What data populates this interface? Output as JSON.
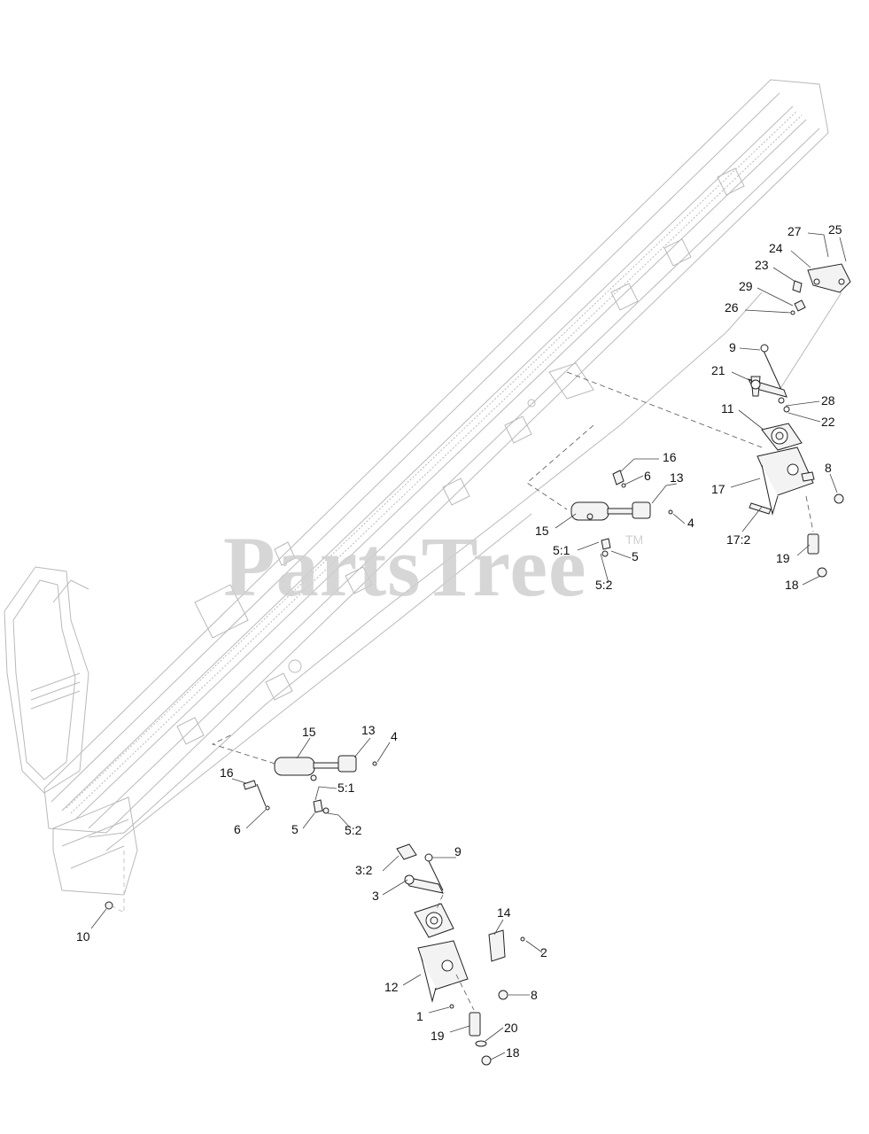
{
  "watermark": {
    "brand": "PartsTree",
    "trademark": "TM"
  },
  "callouts": [
    "27",
    "25",
    "24",
    "23",
    "29",
    "26",
    "9",
    "21",
    "28",
    "22",
    "11",
    "8",
    "17",
    "17:2",
    "19",
    "18",
    "16",
    "6",
    "13",
    "4",
    "15",
    "5:1",
    "5",
    "5:2",
    "15",
    "13",
    "4",
    "16",
    "5:1",
    "6",
    "5",
    "5:2",
    "3:2",
    "9",
    "3",
    "14",
    "2",
    "12",
    "8",
    "1",
    "19",
    "20",
    "18",
    "10"
  ]
}
